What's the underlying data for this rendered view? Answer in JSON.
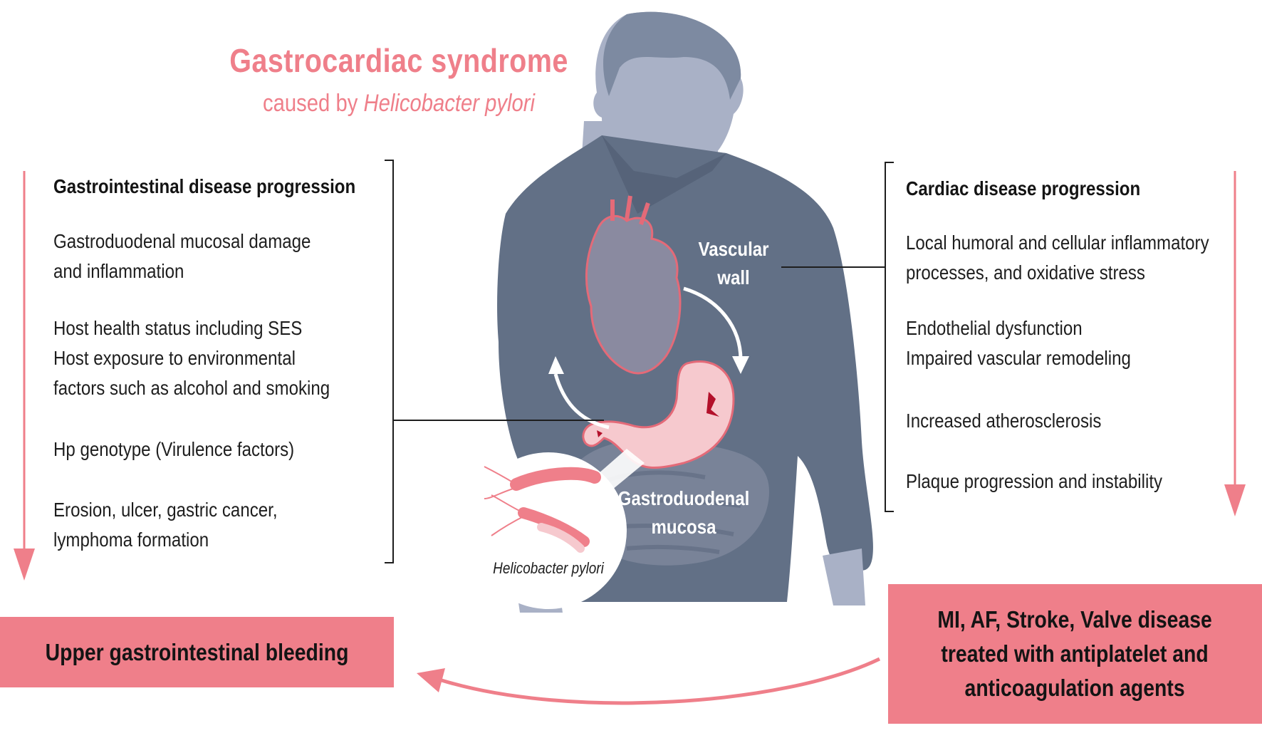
{
  "title": "Gastrocardiac syndrome",
  "subtitle_prefix": "caused by ",
  "subtitle_italic": "Helicobacter pylori",
  "left_panel": {
    "heading": "Gastrointestinal disease progression",
    "items": [
      "Gastroduodenal mucosal damage\nand inflammation",
      "Host health status including SES\nHost exposure to environmental\nfactors such as alcohol and smoking",
      "Hp genotype (Virulence factors)",
      "Erosion, ulcer, gastric cancer,\nlymphoma formation"
    ],
    "outcome": "Upper gastrointestinal bleeding"
  },
  "right_panel": {
    "heading": "Cardiac disease progression",
    "items": [
      "Local humoral and cellular inflammatory\nprocesses, and oxidative stress",
      "Endothelial dysfunction\nImpaired vascular remodeling",
      "Increased atherosclerosis",
      "Plaque progression and instability"
    ],
    "outcome": "MI, AF, Stroke, Valve disease\ntreated with antiplatelet and\nanticoagulation agents"
  },
  "figure_labels": {
    "vascular_wall": "Vascular\nwall",
    "gastroduodenal_mucosa": "Gastroduodenal\nmucosa",
    "bacterium": "Helicobacter pylori"
  },
  "colors": {
    "accent": "#ef7f8a",
    "body_dark": "#627086",
    "skin": "#a9b1c6",
    "organ": "#f6c9ce",
    "outline": "#e46a78"
  }
}
